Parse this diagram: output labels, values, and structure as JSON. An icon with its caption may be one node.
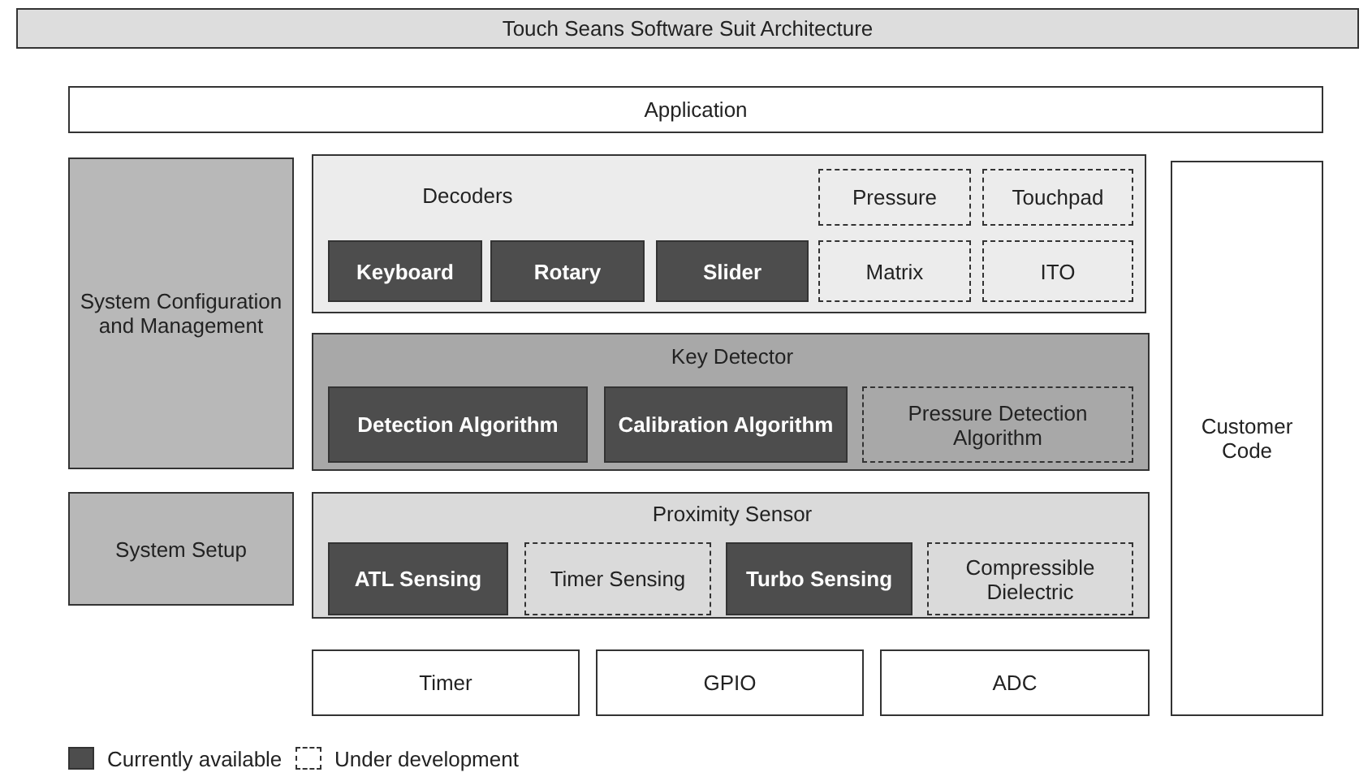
{
  "diagram": {
    "title": "Touch Seans Software Suit Architecture",
    "nodes": [
      {
        "text": [
          "Application"
        ]
      },
      {
        "text": [
          "System Configuration and Management"
        ]
      },
      {
        "text": [
          "Decoders"
        ]
      },
      {
        "text": [
          "Pressure"
        ],
        "in": 2
      },
      {
        "text": [
          "Touchpad"
        ],
        "in": 2
      },
      {
        "text": [
          "Keyboard"
        ],
        "in": 2
      },
      {
        "text": [
          "Rotary"
        ],
        "in": 2
      },
      {
        "text": [
          "Slider"
        ],
        "in": 2
      },
      {
        "text": [
          "Matrix"
        ],
        "in": 2
      },
      {
        "text": [
          "ITO"
        ],
        "in": 2
      },
      {
        "text": [
          "Key Detector"
        ]
      },
      {
        "text": [
          "Detection Algorithm"
        ],
        "in": 10
      },
      {
        "text": [
          "Calibration Algorithm"
        ],
        "in": 10
      },
      {
        "text": [
          "Pressure Detection Algorithm"
        ],
        "in": 10
      },
      {
        "text": [
          "Customer Code"
        ]
      },
      {
        "text": [
          "System Setup"
        ]
      },
      {
        "text": [
          "Proximity Sensor"
        ]
      },
      {
        "text": [
          "ATL Sensing"
        ],
        "in": 16
      },
      {
        "text": [
          "Timer Sensing"
        ],
        "in": 16
      },
      {
        "text": [
          "Turbo Sensing"
        ],
        "in": 16
      },
      {
        "text": [
          "Compressible Dielectric"
        ],
        "in": 16
      },
      {
        "text": [
          "Timer"
        ]
      },
      {
        "text": [
          "GPIO"
        ]
      },
      {
        "text": [
          "ADC"
        ]
      }
    ],
    "edges": [],
    "legend": [
      {
        "text": "Currently available",
        "color": "#4d4d4d"
      },
      {
        "text": "Under development"
      }
    ]
  }
}
